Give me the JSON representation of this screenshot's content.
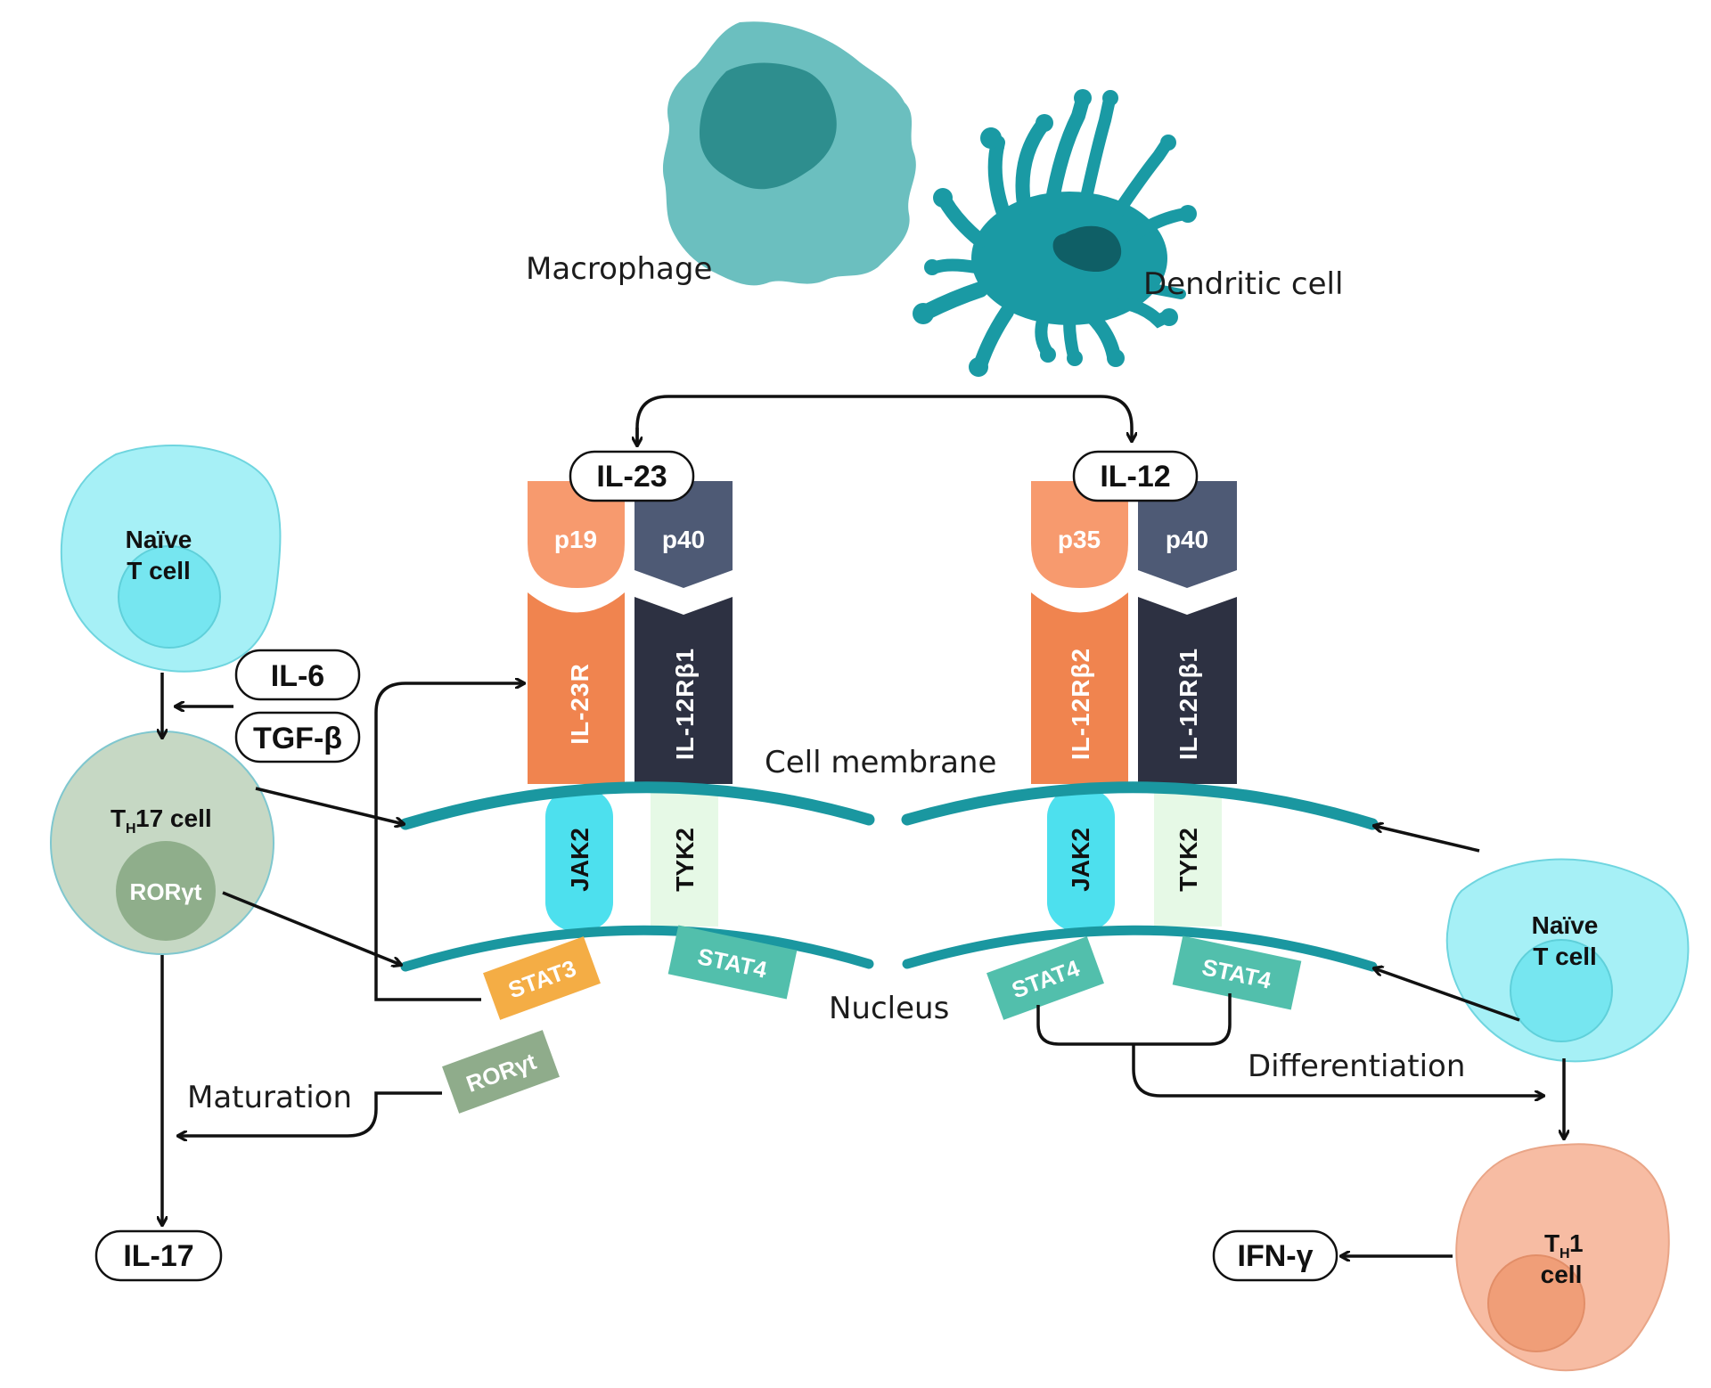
{
  "labels": {
    "macrophage": "Macrophage",
    "dendritic_cell": "Dendritic cell",
    "cell_membrane": "Cell membrane",
    "nucleus": "Nucleus",
    "maturation": "Maturation",
    "differentiation": "Differentiation"
  },
  "cytokines": {
    "il23": "IL-23",
    "il12": "IL-12",
    "il6": "IL-6",
    "tgfb": "TGF-β",
    "il17": "IL-17",
    "ifng": "IFN-γ"
  },
  "subunits": {
    "p19": "p19",
    "p40_left": "p40",
    "p35": "p35",
    "p40_right": "p40"
  },
  "receptors": {
    "il23r": "IL-23R",
    "il12rb1_left": "IL-12Rβ1",
    "il12rb2": "IL-12Rβ2",
    "il12rb1_right": "IL-12Rβ1"
  },
  "kinases": {
    "jak2_left": "JAK2",
    "tyk2_left": "TYK2",
    "jak2_right": "JAK2",
    "tyk2_right": "TYK2"
  },
  "transcription_factors": {
    "stat3": "STAT3",
    "stat4_left": "STAT4",
    "roryt_box": "RORγt",
    "stat4_right_a": "STAT4",
    "stat4_right_b": "STAT4"
  },
  "cells": {
    "naive_left_line1": "Naïve",
    "naive_left_line2": "T cell",
    "th17_T": "T",
    "th17_sub": "H",
    "th17_rest": "17 cell",
    "th17_nucleus": "RORγt",
    "naive_right_line1": "Naïve",
    "naive_right_line2": "T cell",
    "th1_T": "T",
    "th1_sub": "H",
    "th1_num": "1",
    "th1_line2": "cell"
  },
  "colors": {
    "macrophage_outer": "#6bbfbf",
    "macrophage_inner": "#2e8e8e",
    "dendritic": "#1a9aa4",
    "dendritic_nucleus": "#0f5f66",
    "membrane": "#1a97a0",
    "p19_p35": "#f79a6e",
    "p40": "#4e5a75",
    "il23r": "#f0844f",
    "il12rb1": "#2d3142",
    "jak2": "#4de0ee",
    "tyk2": "#e6f9e6",
    "stat3": "#f4ad45",
    "stat4": "#52bfac",
    "roryt": "#8fac8b",
    "naive_cell": "#a6f0f6",
    "naive_nucleus": "#76e6f0",
    "th17_cell": "#c6d8c4",
    "th17_nucleus": "#8fae8b",
    "th1_cell": "#f7bca3",
    "th1_nucleus": "#f09e78"
  }
}
